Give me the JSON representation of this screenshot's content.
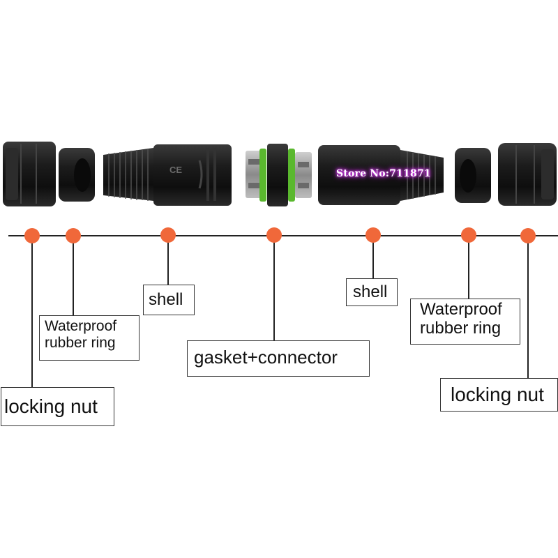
{
  "watermark": "Store No:711871",
  "colors": {
    "accent_dot": "#f0683a",
    "gasket_green": "#5ab82e",
    "part_black": "#1a1a1a"
  },
  "parts": [
    {
      "name": "locking nut"
    },
    {
      "name": "Waterproof rubber ring"
    },
    {
      "name": "shell"
    },
    {
      "name": "gasket+connector"
    },
    {
      "name": "shell"
    },
    {
      "name": "Waterproof rubber ring"
    },
    {
      "name": "locking nut"
    }
  ],
  "labels": {
    "locking_nut_left": "locking nut",
    "rubber_ring_left_line1": "Waterproof",
    "rubber_ring_left_line2": "rubber ring",
    "shell_left": "shell",
    "gasket_connector": "gasket+connector",
    "shell_right": "shell",
    "rubber_ring_right_line1": "Waterproof",
    "rubber_ring_right_line2": "rubber ring",
    "locking_nut_right": "locking nut"
  },
  "ce_mark": "CE"
}
